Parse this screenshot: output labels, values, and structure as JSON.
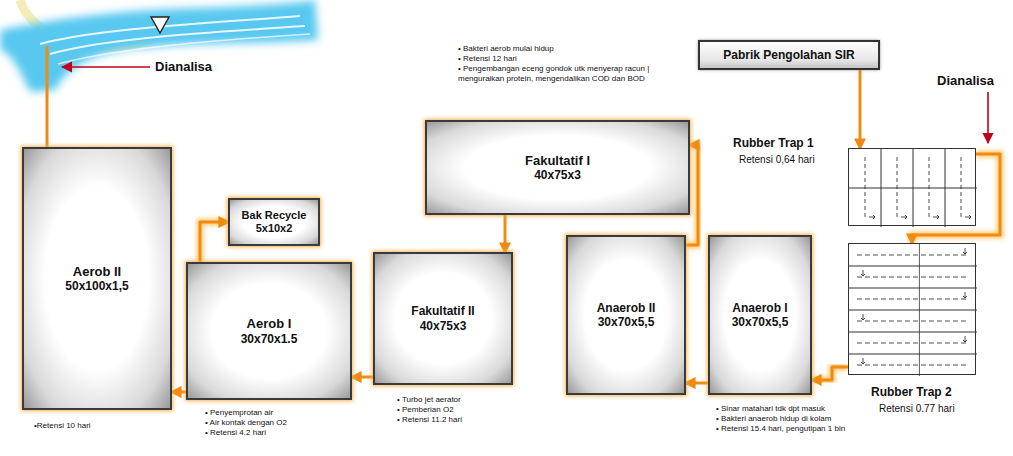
{
  "diagram": {
    "nodes": [
      {
        "text": [
          "Pabrik Pengolahan SIR"
        ]
      },
      {
        "text": [
          "Fakultatif I",
          "40x75x3"
        ]
      },
      {
        "text": [
          "Rubber Trap 1",
          "Retensi 0,64 hari"
        ]
      },
      {
        "text": [
          "Bak Recycle",
          "5x10x2"
        ]
      },
      {
        "text": [
          "Aerob II",
          "50x100x1,5"
        ]
      },
      {
        "text": [
          "Aerob I",
          "30x70x1.5"
        ]
      },
      {
        "text": [
          "Fakultatif II",
          "40x75x3"
        ]
      },
      {
        "text": [
          "Anaerob II",
          "30x70x5,5"
        ]
      },
      {
        "text": [
          "Anaerob I",
          "30x70x5,5"
        ]
      },
      {
        "text": [
          "Rubber Trap 2",
          "Retensi 0.77 hari"
        ]
      }
    ],
    "edges": [
      {
        "from": 0,
        "to": 2,
        "arrow": "to"
      },
      {
        "from": 2,
        "to": 9,
        "arrow": "to"
      },
      {
        "from": 9,
        "to": 8,
        "arrow": "to"
      },
      {
        "from": 8,
        "to": 7,
        "arrow": "to"
      },
      {
        "from": 7,
        "to": 1,
        "arrow": "to"
      },
      {
        "from": 1,
        "to": 6,
        "arrow": "to"
      },
      {
        "from": 6,
        "to": 5,
        "arrow": "to"
      },
      {
        "from": 5,
        "to": 3,
        "arrow": "to"
      },
      {
        "from": 5,
        "to": 4,
        "arrow": "to"
      }
    ],
    "labels": [
      "Dianalisa",
      "Dianalisa",
      "• Bakteri aerob mulai hidup",
      "• Retensi 12 hari",
      "• Pengembangan eceng gondok utk menyerap racun | menguraikan protein, mengendalikan COD dan BOD",
      "•Retensi 10 hari",
      "• Penyemprotan air",
      "• Air kontak dengan O2",
      "• Retensi 4.2 hari",
      "• Turbo jet aerator",
      "• Pemberian O2",
      "• Retensi 11.2 hari",
      "• Sinar matahari tdk dpt masuk",
      "• Bakteri anaerob hidup di kolam",
      "• Retensi 15.4 hari, pengutipan 1 bln"
    ]
  }
}
